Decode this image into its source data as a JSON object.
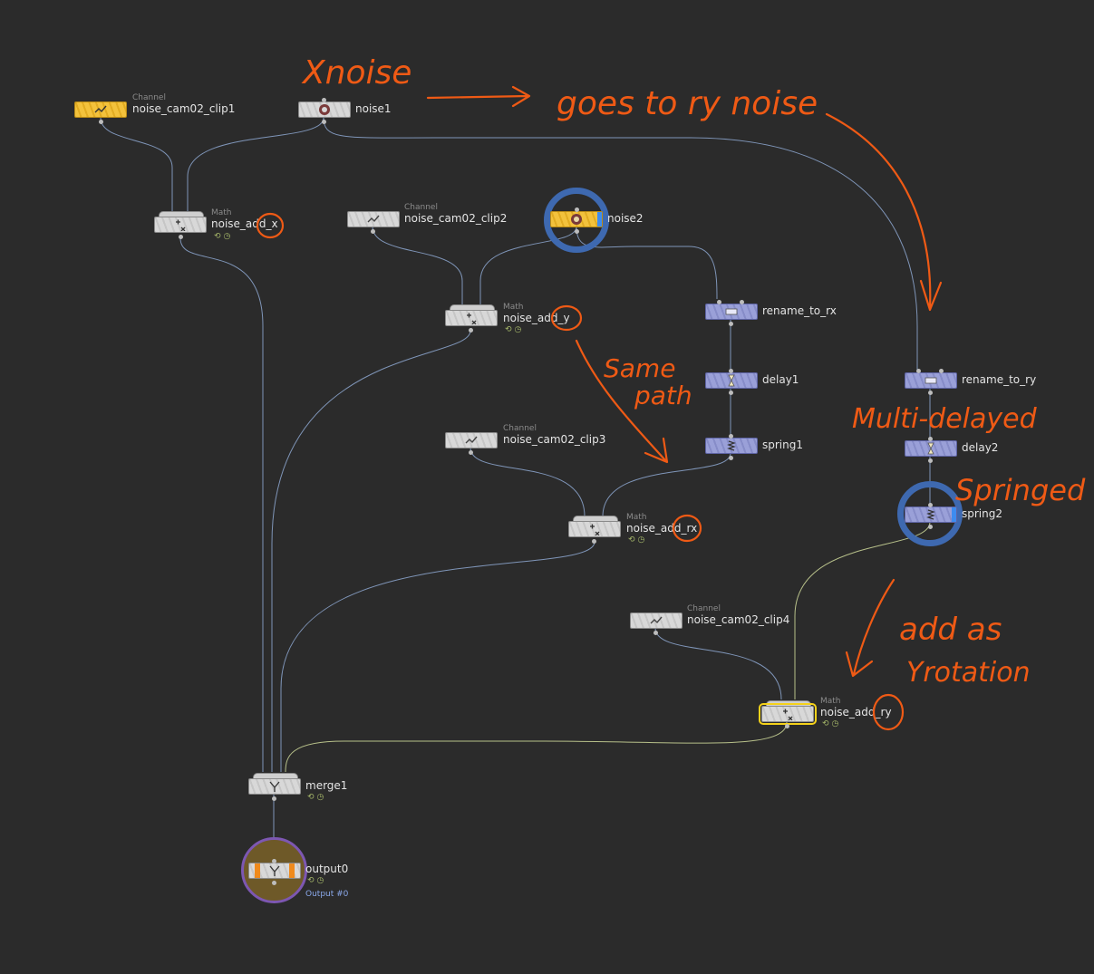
{
  "nodes": {
    "clip1": {
      "type": "Channel",
      "label": "noise_cam02_clip1"
    },
    "noise1": {
      "label": "noise1"
    },
    "add_x": {
      "type": "Math",
      "label": "noise_add_x"
    },
    "clip2": {
      "type": "Channel",
      "label": "noise_cam02_clip2"
    },
    "noise2": {
      "label": "noise2"
    },
    "add_y": {
      "type": "Math",
      "label": "noise_add_y"
    },
    "rename_rx": {
      "label": "rename_to_rx"
    },
    "delay1": {
      "label": "delay1"
    },
    "spring1": {
      "label": "spring1"
    },
    "clip3": {
      "type": "Channel",
      "label": "noise_cam02_clip3"
    },
    "add_rx": {
      "type": "Math",
      "label": "noise_add_rx"
    },
    "rename_ry": {
      "label": "rename_to_ry"
    },
    "delay2": {
      "label": "delay2"
    },
    "spring2": {
      "label": "spring2"
    },
    "clip4": {
      "type": "Channel",
      "label": "noise_cam02_clip4"
    },
    "add_ry": {
      "type": "Math",
      "label": "noise_add_ry"
    },
    "merge1": {
      "label": "merge1"
    },
    "output0": {
      "label": "output0",
      "sublabel": "Output #0"
    }
  },
  "annotations": {
    "xnoise": "Xnoise",
    "goes_to": "goes to ry noise",
    "same_path_1": "Same",
    "same_path_2": "path",
    "multi_delayed": "Multi-delayed",
    "springed": "Springed",
    "add_as_1": "add as",
    "add_as_2": "Yrotation"
  },
  "colors": {
    "background": "#2b2b2b",
    "wire": "#7f95b8",
    "wire_selected": "#b7c08a",
    "annotation": "#ef5a15",
    "highlight_ring": "#3e69b0",
    "channel_active": "#f3c23c",
    "rename_node": "#9aa0d8"
  }
}
